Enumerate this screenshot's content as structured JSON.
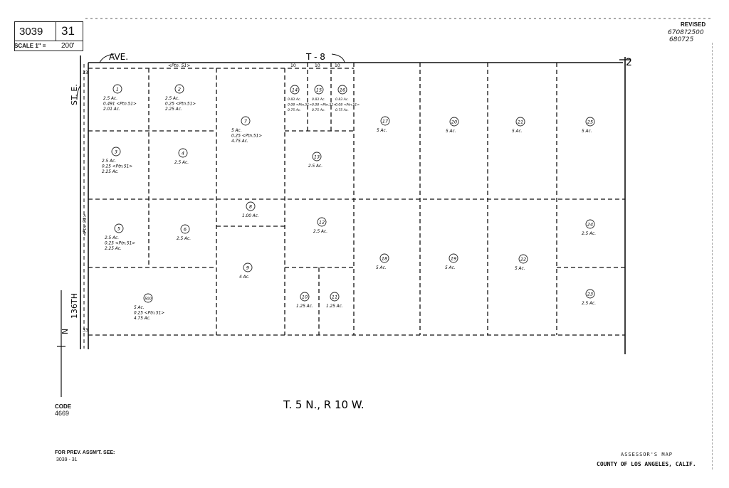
{
  "header": {
    "book": "3039",
    "page": "31",
    "scale_label": "SCALE 1\" =",
    "scale_value": "200'",
    "revised_label": "REVISED",
    "revised_1": "6708?2500",
    "revised_2": "680725"
  },
  "streets": {
    "ave": "AVE.",
    "t8": "T - 8",
    "st_e": "ST. E.",
    "th136": "136TH",
    "section_mark": "2",
    "north_letter": "N"
  },
  "dims": {
    "d33_top": "33",
    "d33_bottom": "33",
    "d10a": "10",
    "d10b": "10",
    "d10c": "10",
    "ptn_top": "<Ptn. 51>",
    "ptn_left": "<Ptn. 51>"
  },
  "parcels": [
    {
      "num": "1",
      "l1": "2.5 Ac.",
      "l2": "0.491 <Ptn.51>",
      "l3": "2.01 Ac."
    },
    {
      "num": "2",
      "l1": "2.5 Ac.",
      "l2": "0.25 <Ptn.51>",
      "l3": "2.25 Ac."
    },
    {
      "num": "3",
      "l1": "2.5 Ac.",
      "l2": "0.25 <Ptn.51>",
      "l3": "2.25 Ac."
    },
    {
      "num": "4",
      "l1": "2.5 Ac.",
      "l2": "",
      "l3": ""
    },
    {
      "num": "5",
      "l1": "2.5 Ac.",
      "l2": "0.25 <Ptn.51>",
      "l3": "2.25 Ac."
    },
    {
      "num": "6",
      "l1": "2.5 Ac.",
      "l2": "",
      "l3": ""
    },
    {
      "num": "7",
      "l1": "5 Ac.",
      "l2": "0.25 <Ptn.51>",
      "l3": "4.75 Ac."
    },
    {
      "num": "8",
      "l1": "1.00 Ac.",
      "l2": "",
      "l3": ""
    },
    {
      "num": "9",
      "l1": "4 Ac.",
      "l2": "",
      "l3": ""
    },
    {
      "num": "10",
      "l1": "1.25 Ac.",
      "l2": "",
      "l3": ""
    },
    {
      "num": "11",
      "l1": "1.25 Ac.",
      "l2": "",
      "l3": ""
    },
    {
      "num": "12",
      "l1": "2.5 Ac.",
      "l2": "",
      "l3": ""
    },
    {
      "num": "13",
      "l1": "2.5 Ac.",
      "l2": "",
      "l3": ""
    },
    {
      "num": "14",
      "l1": "0.83 Ac.",
      "l2": "0.08 <Ptn.51>",
      "l3": "0.75 Ac."
    },
    {
      "num": "15",
      "l1": "0.83 Ac.",
      "l2": "0.08 <Ptn.51>",
      "l3": "0.75 Ac."
    },
    {
      "num": "16",
      "l1": "0.83 Ac.",
      "l2": "0.08 <Ptn.51>",
      "l3": "0.75 Ac."
    },
    {
      "num": "17",
      "l1": "5 Ac.",
      "l2": "",
      "l3": ""
    },
    {
      "num": "18",
      "l1": "5 Ac.",
      "l2": "",
      "l3": ""
    },
    {
      "num": "19",
      "l1": "5 Ac.",
      "l2": "",
      "l3": ""
    },
    {
      "num": "20",
      "l1": "5 Ac.",
      "l2": "",
      "l3": ""
    },
    {
      "num": "21",
      "l1": "5 Ac.",
      "l2": "",
      "l3": ""
    },
    {
      "num": "22",
      "l1": "5 Ac.",
      "l2": "",
      "l3": ""
    },
    {
      "num": "23",
      "l1": "2.5 Ac.",
      "l2": "",
      "l3": ""
    },
    {
      "num": "24",
      "l1": "2.5 Ac.",
      "l2": "",
      "l3": ""
    },
    {
      "num": "25",
      "l1": "5 Ac.",
      "l2": "",
      "l3": ""
    },
    {
      "num": "500",
      "l1": "5 Ac.",
      "l2": "0.25 <Ptn.51>",
      "l3": "4.75 Ac."
    }
  ],
  "township": "T. 5 N., R 10 W.",
  "code": {
    "label": "CODE",
    "value": "4669"
  },
  "prev_assmt": {
    "label": "FOR PREV. ASSM'T. SEE:",
    "value": "3039 - 31"
  },
  "footer": {
    "line1": "ASSESSOR'S MAP",
    "line2": "COUNTY OF LOS ANGELES, CALIF."
  }
}
